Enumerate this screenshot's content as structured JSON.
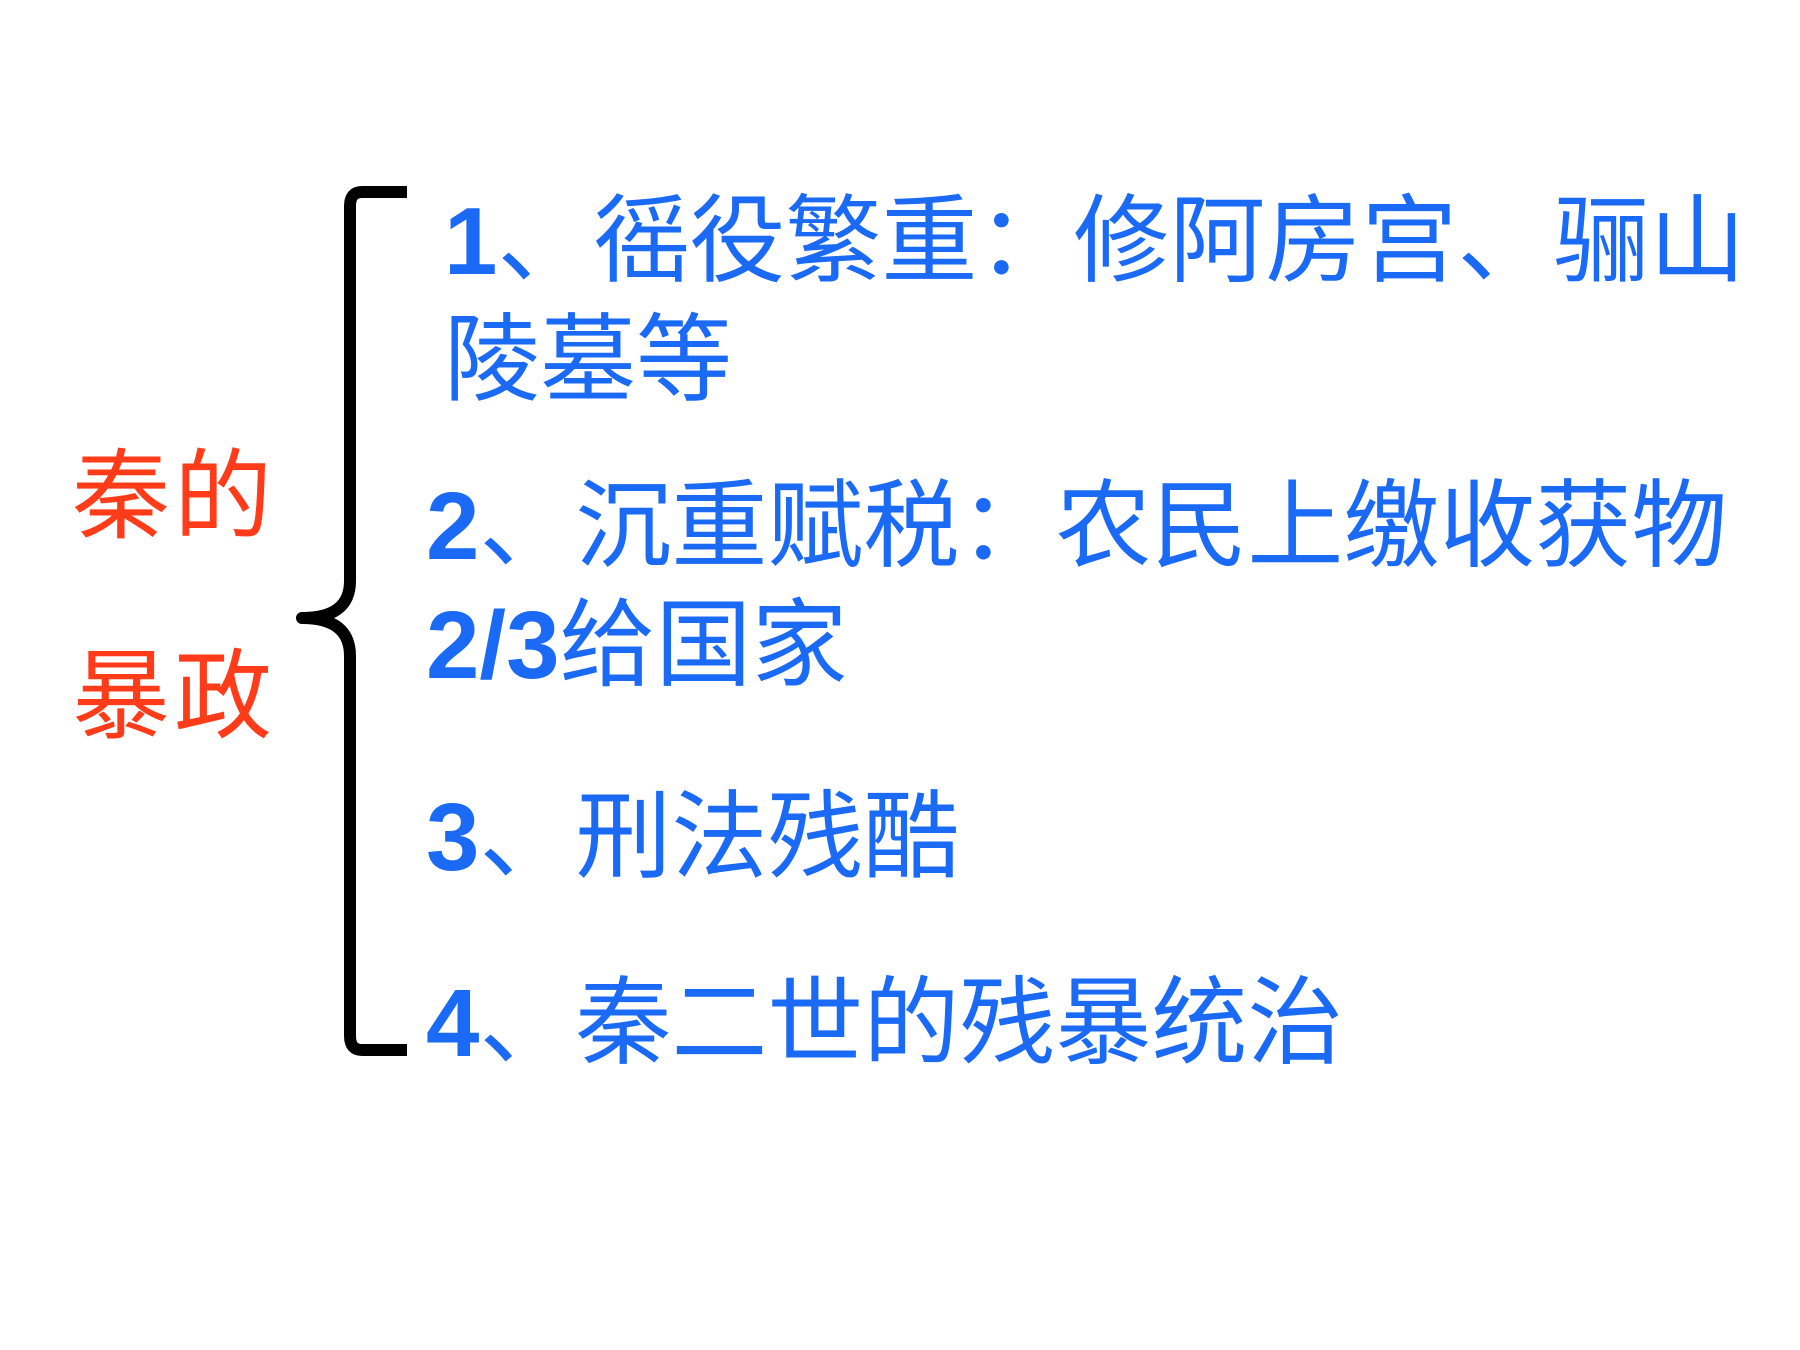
{
  "title": {
    "line1": "秦的",
    "line2": "暴政"
  },
  "items": [
    {
      "number": "1",
      "line1": "、徭役繁重：修阿房宫、骊山",
      "line2": "陵墓等"
    },
    {
      "number": "2",
      "line1": "、沉重赋税：农民上缴收获物",
      "line2_number": "2/3",
      "line2": "给国家"
    },
    {
      "number": "3",
      "line1": "、刑法残酷"
    },
    {
      "number": "4",
      "line1": "、秦二世的残暴统治"
    }
  ],
  "colors": {
    "title": "#ff3c1a",
    "items": "#1a6af5",
    "brace": "#000000"
  }
}
